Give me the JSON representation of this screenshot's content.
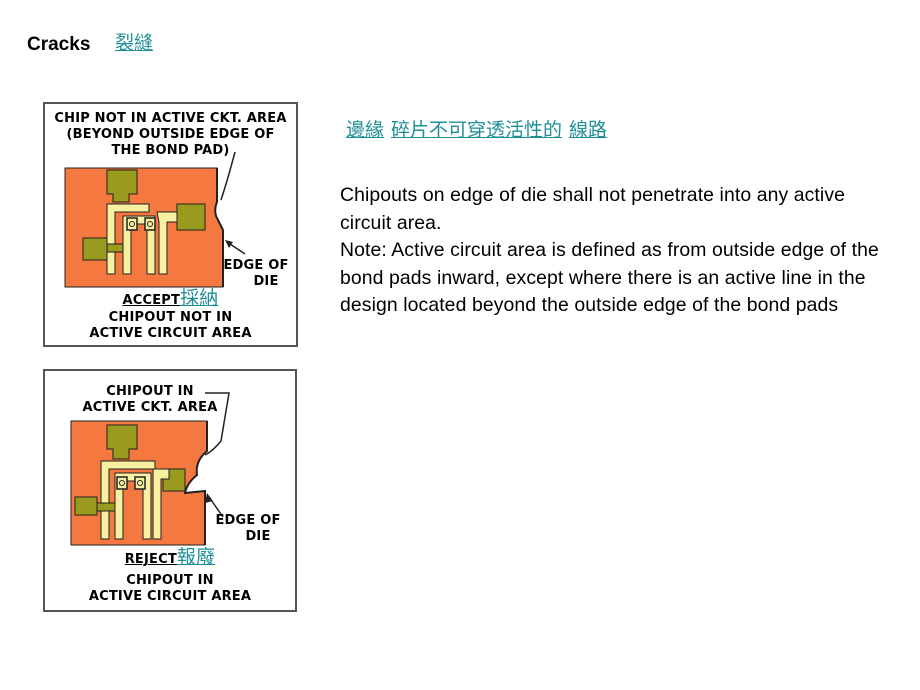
{
  "header": {
    "title": "Cracks",
    "title_translation": "裂縫"
  },
  "subheading_links": [
    "邊緣",
    "碎片不可穿透活性的",
    "線路"
  ],
  "description": {
    "line1": "Chipouts on edge of die shall not penetrate into any active circuit area.",
    "line2": "Note: Active circuit area is defined as from outside edge of the bond pads inward, except where there is an active line in the design located beyond the outside edge of the bond pads"
  },
  "figure_accept": {
    "top_caption_1": "CHIP NOT IN ACTIVE CKT. AREA",
    "top_caption_2": "(BEYOND OUTSIDE EDGE OF",
    "top_caption_3": "THE BOND PAD)",
    "edge_label_1": "EDGE OF",
    "edge_label_2": "DIE",
    "verdict": "ACCEPT",
    "verdict_translation": "採納",
    "bottom_caption_1": "CHIPOUT NOT IN",
    "bottom_caption_2": "ACTIVE CIRCUIT AREA"
  },
  "figure_reject": {
    "top_caption_1": "CHIPOUT IN",
    "top_caption_2": "ACTIVE CKT. AREA",
    "edge_label_1": "EDGE OF",
    "edge_label_2": "DIE",
    "verdict": "REJECT",
    "verdict_translation": "報廢",
    "bottom_caption_1": "CHIPOUT IN",
    "bottom_caption_2": "ACTIVE CIRCUIT AREA"
  },
  "colors": {
    "link": "#1f8f96",
    "die": "#f4783f",
    "pad": "#999b1e",
    "trace": "#f7f0a0"
  }
}
